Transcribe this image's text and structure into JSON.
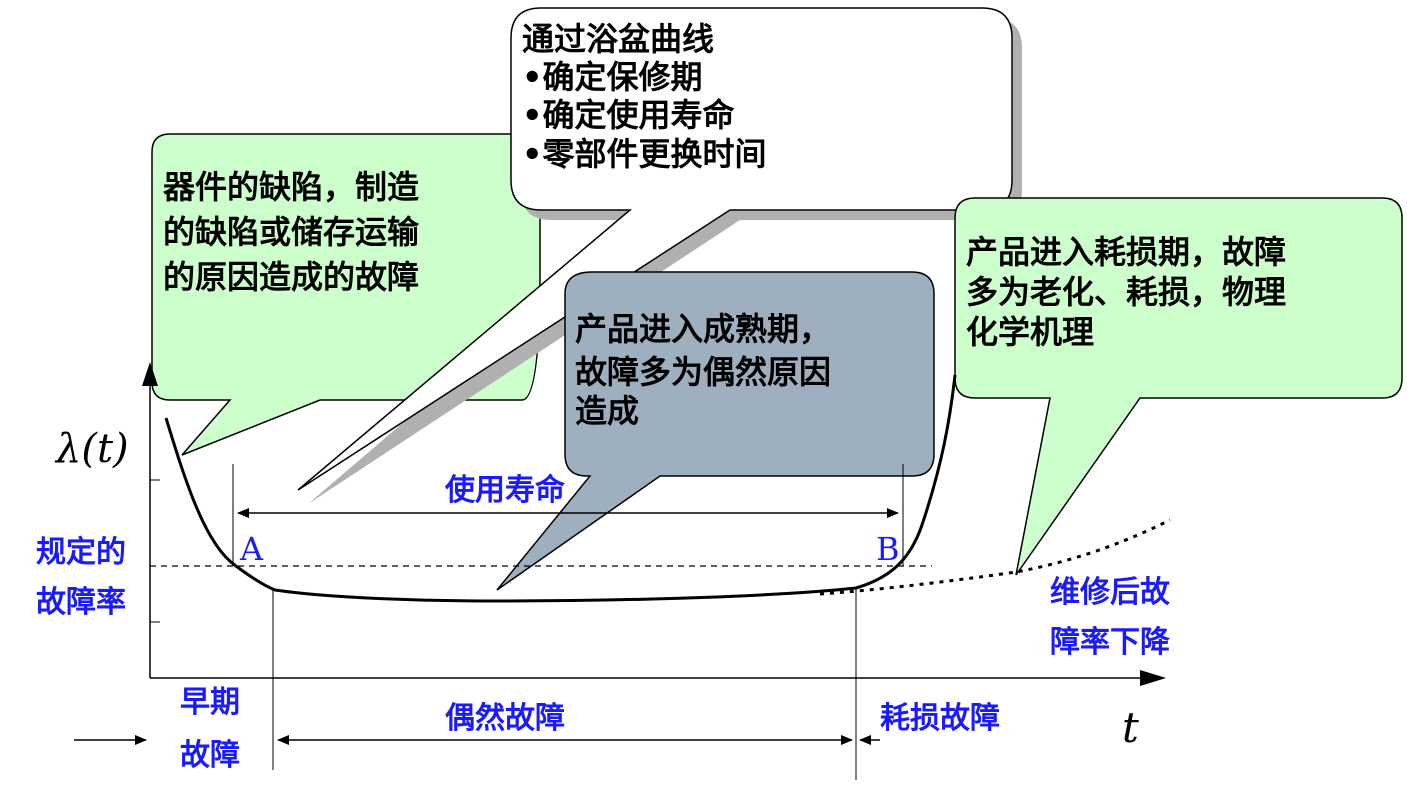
{
  "callouts": {
    "early": [
      "器件的缺陷，制造",
      "的缺陷或储存运输",
      "的原因造成的故障"
    ],
    "bathtub": [
      "通过浴盆曲线",
      "•确定保修期",
      "•确定使用寿命",
      "•零部件更换时间"
    ],
    "mature": [
      "产品进入成熟期，",
      "故障多为偶然原因",
      "造成"
    ],
    "wearout": [
      "产品进入耗损期，故障",
      "多为老化、耗损，物理",
      "化学机理"
    ]
  },
  "axis": {
    "y_label": "λ(t)",
    "x_label": "t"
  },
  "labels": {
    "specified_rate_line1": "规定的",
    "specified_rate_line2": "故障率",
    "point_a": "A",
    "point_b": "B",
    "useful_life": "使用寿命",
    "after_repair_line1": "维修后故",
    "after_repair_line2": "障率下降"
  },
  "phases": {
    "early_line1": "早期",
    "early_line2": "故障",
    "random": "偶然故障",
    "wearout": "耗损故障"
  },
  "colors": {
    "callout_green": "#ccffcc",
    "callout_white": "#ffffff",
    "callout_gray": "#9eafc0",
    "shadow": "#b0b0b0",
    "label_blue": "#1a1aff"
  }
}
